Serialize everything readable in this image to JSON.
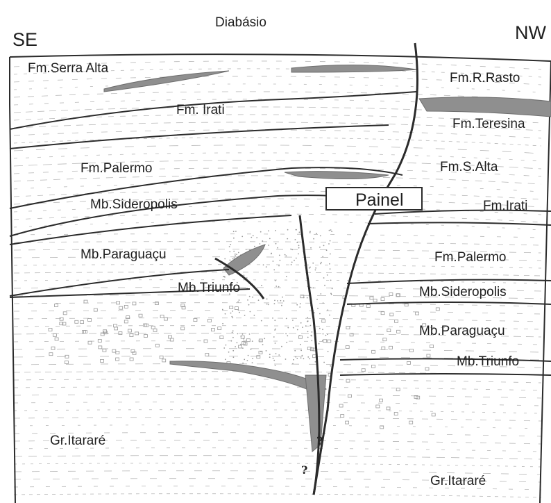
{
  "corners": {
    "left": "SE",
    "right": "NW"
  },
  "intrusion_label": "Diabásio",
  "panel_label": "Painel",
  "uncertain_marker": "?",
  "left_block": {
    "serra_alta": "Fm.Serra Alta",
    "irati": "Fm. Irati",
    "palermo": "Fm.Palermo",
    "sideropolis": "Mb.Sideropolis",
    "paraguacu": "Mb.Paraguaçu",
    "triunfo": "Mb.Triunfo",
    "itarare": "Gr.Itararé"
  },
  "right_block": {
    "rio_rasto": "Fm.R.Rasto",
    "teresina": "Fm.Teresina",
    "serra_alta": "Fm.S.Alta",
    "irati": "Fm.Irati",
    "palermo": "Fm.Palermo",
    "sideropolis": "Mb.Sideropolis",
    "paraguacu": "Mb.Paraguaçu",
    "triunfo": "Mb.Triunfo",
    "itarare": "Gr.Itararé"
  },
  "colors": {
    "line": "#2b2b2b",
    "sill": "#8f8f8f",
    "hatch": "#9a9a9a"
  }
}
